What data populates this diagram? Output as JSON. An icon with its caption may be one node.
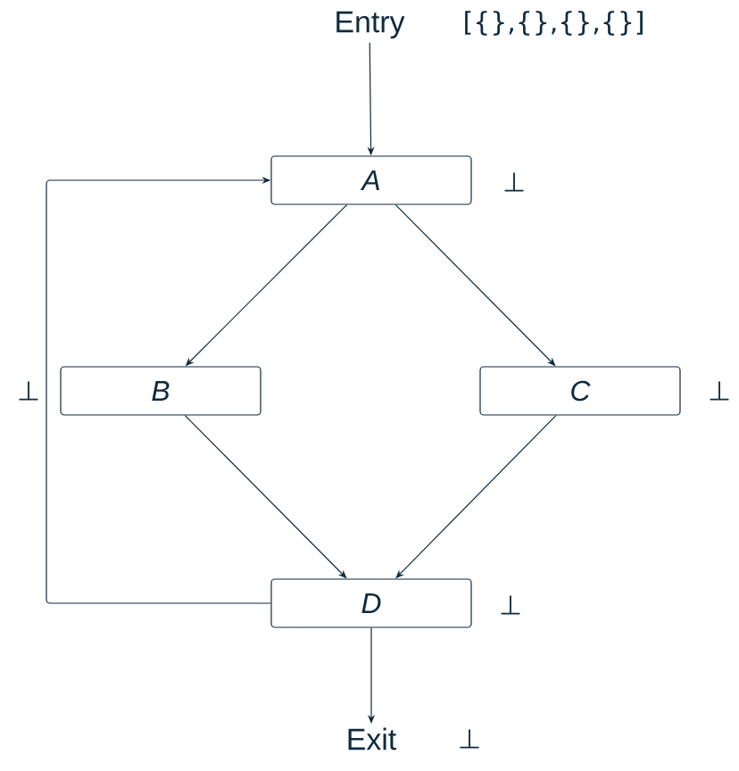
{
  "diagram": {
    "nodes": [
      {
        "text": [
          "Entry"
        ],
        "beside": [
          "[{},{},{},{}]"
        ]
      },
      {
        "text": [
          "A"
        ],
        "beside": [
          "⊥"
        ]
      },
      {
        "text": [
          "B"
        ],
        "beside": [
          "⊥"
        ]
      },
      {
        "text": [
          "C"
        ],
        "beside": [
          "⊥"
        ]
      },
      {
        "text": [
          "D"
        ],
        "beside": [
          "⊥"
        ]
      },
      {
        "text": [
          "Exit"
        ],
        "beside": [
          "⊥"
        ]
      }
    ],
    "edges": [
      {
        "from": 0,
        "to": 1,
        "arrow": "to"
      },
      {
        "from": 1,
        "to": 2,
        "arrow": "to"
      },
      {
        "from": 1,
        "to": 3,
        "arrow": "to"
      },
      {
        "from": 2,
        "to": 4,
        "arrow": "to"
      },
      {
        "from": 3,
        "to": 4,
        "arrow": "to"
      },
      {
        "from": 4,
        "to": 1,
        "arrow": "to"
      },
      {
        "from": 4,
        "to": 5,
        "arrow": "to"
      }
    ]
  }
}
